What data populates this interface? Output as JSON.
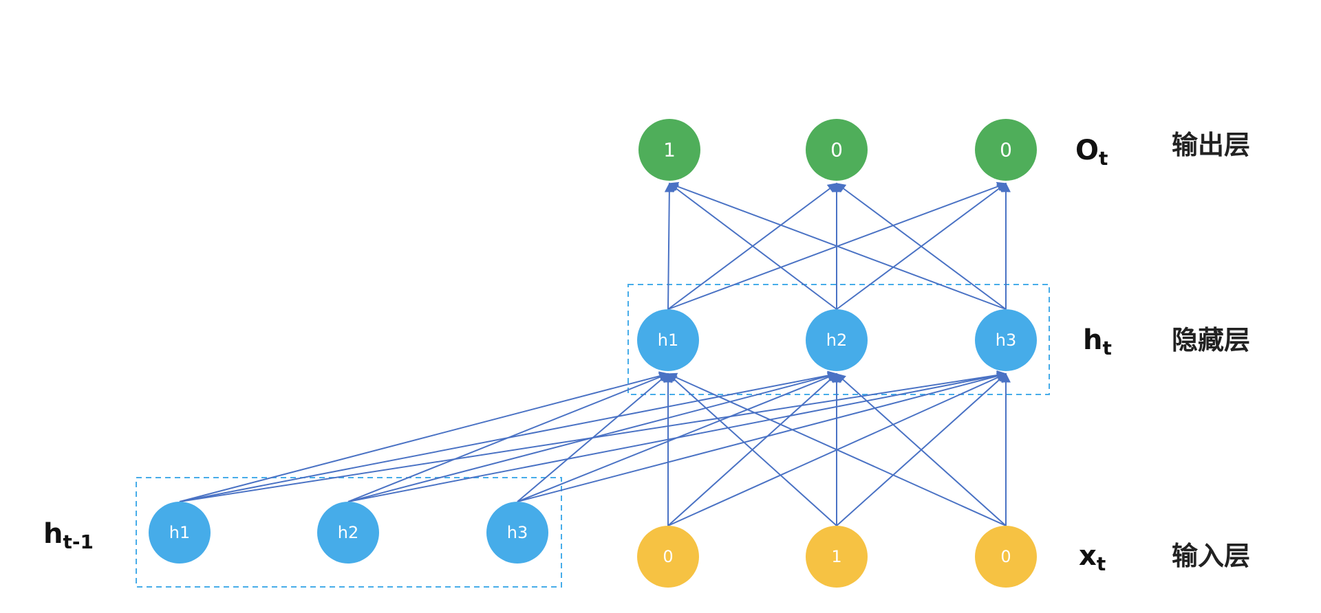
{
  "colors": {
    "output_node": "#4FAE5A",
    "hidden_node": "#46ACE9",
    "input_node": "#F6C243",
    "edge": "#4A72C4",
    "dashed_box": "#46ACE9"
  },
  "layers": {
    "output": {
      "nodes": [
        "1",
        "0",
        "0"
      ],
      "symbol": "O",
      "symbol_sub": "t",
      "name": "输出层"
    },
    "hidden": {
      "nodes": [
        "h1",
        "h2",
        "h3"
      ],
      "symbol": "h",
      "symbol_sub": "t",
      "name": "隐藏层"
    },
    "input": {
      "nodes": [
        "0",
        "1",
        "0"
      ],
      "symbol": "x",
      "symbol_sub": "t",
      "name": "输入层"
    },
    "previous_hidden": {
      "nodes": [
        "h1",
        "h2",
        "h3"
      ],
      "symbol": "h",
      "symbol_sub": "t-1"
    }
  },
  "connections": [
    {
      "from": "input",
      "to": "hidden"
    },
    {
      "from": "previous_hidden",
      "to": "hidden"
    },
    {
      "from": "hidden",
      "to": "output"
    }
  ]
}
